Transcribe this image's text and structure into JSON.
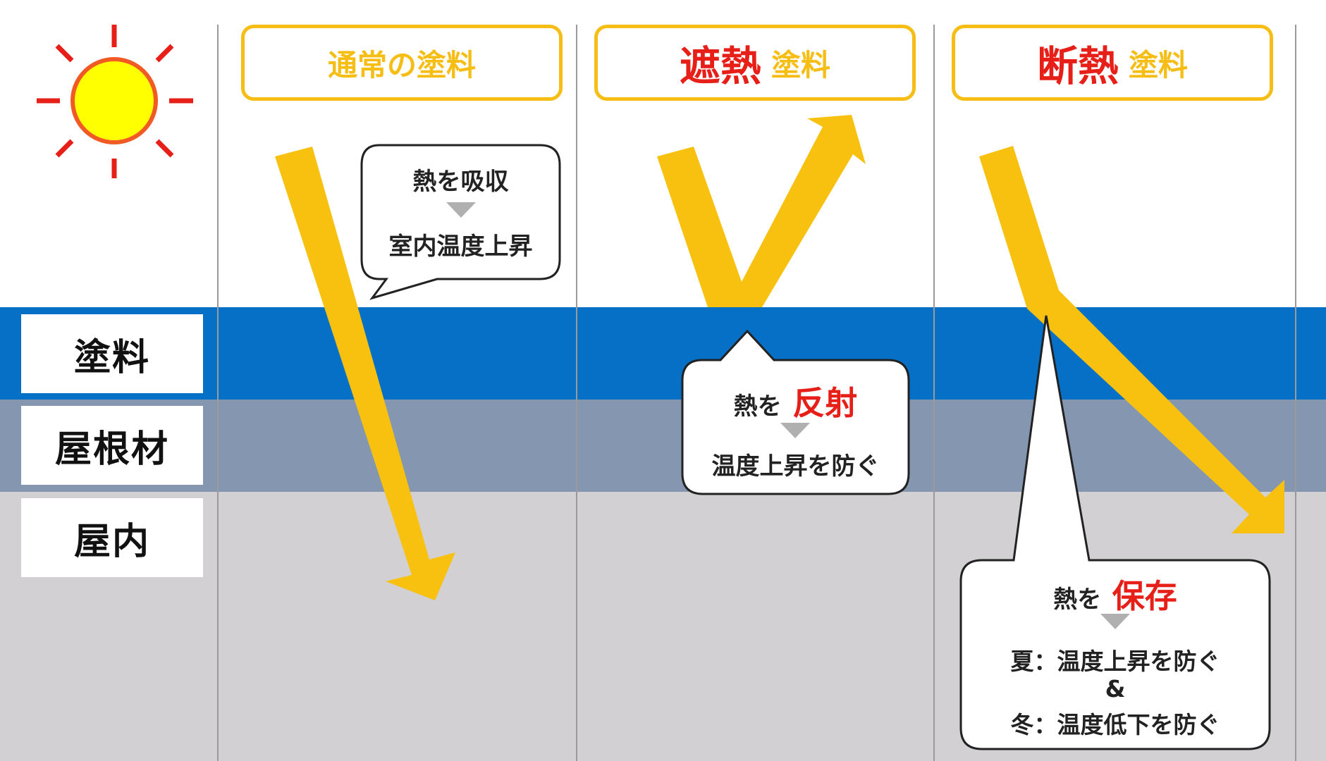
{
  "side_labels": {
    "paint": "塗料",
    "roof": "屋根材",
    "indoor": "屋内"
  },
  "columns": {
    "normal": {
      "title": "通常の塗料",
      "bubble": {
        "line1": "熱を吸収",
        "line2": "室内温度上昇"
      }
    },
    "heat_shield": {
      "title_main": "遮熱",
      "title_sub": "塗料",
      "bubble": {
        "prefix": "熱を",
        "keyword": "反射",
        "line2": "温度上昇を防ぐ"
      }
    },
    "insulation": {
      "title_main": "断熱",
      "title_sub": "塗料",
      "bubble": {
        "prefix": "熱を",
        "keyword": "保存",
        "line2": "夏：温度上昇を防ぐ",
        "line3": "&",
        "line4": "冬：温度低下を防ぐ"
      }
    }
  },
  "colors": {
    "paint_layer": "#0570c6",
    "roof_layer": "#8597b0",
    "indoor_layer": "#d2d0d2",
    "arrow": "#f8c10f",
    "accent_red": "#e71f19",
    "header_border": "#f6be15",
    "sun_fill": "#ffff00",
    "sun_stroke": "#f15a24"
  },
  "icons": {
    "sun": "sun-icon"
  }
}
